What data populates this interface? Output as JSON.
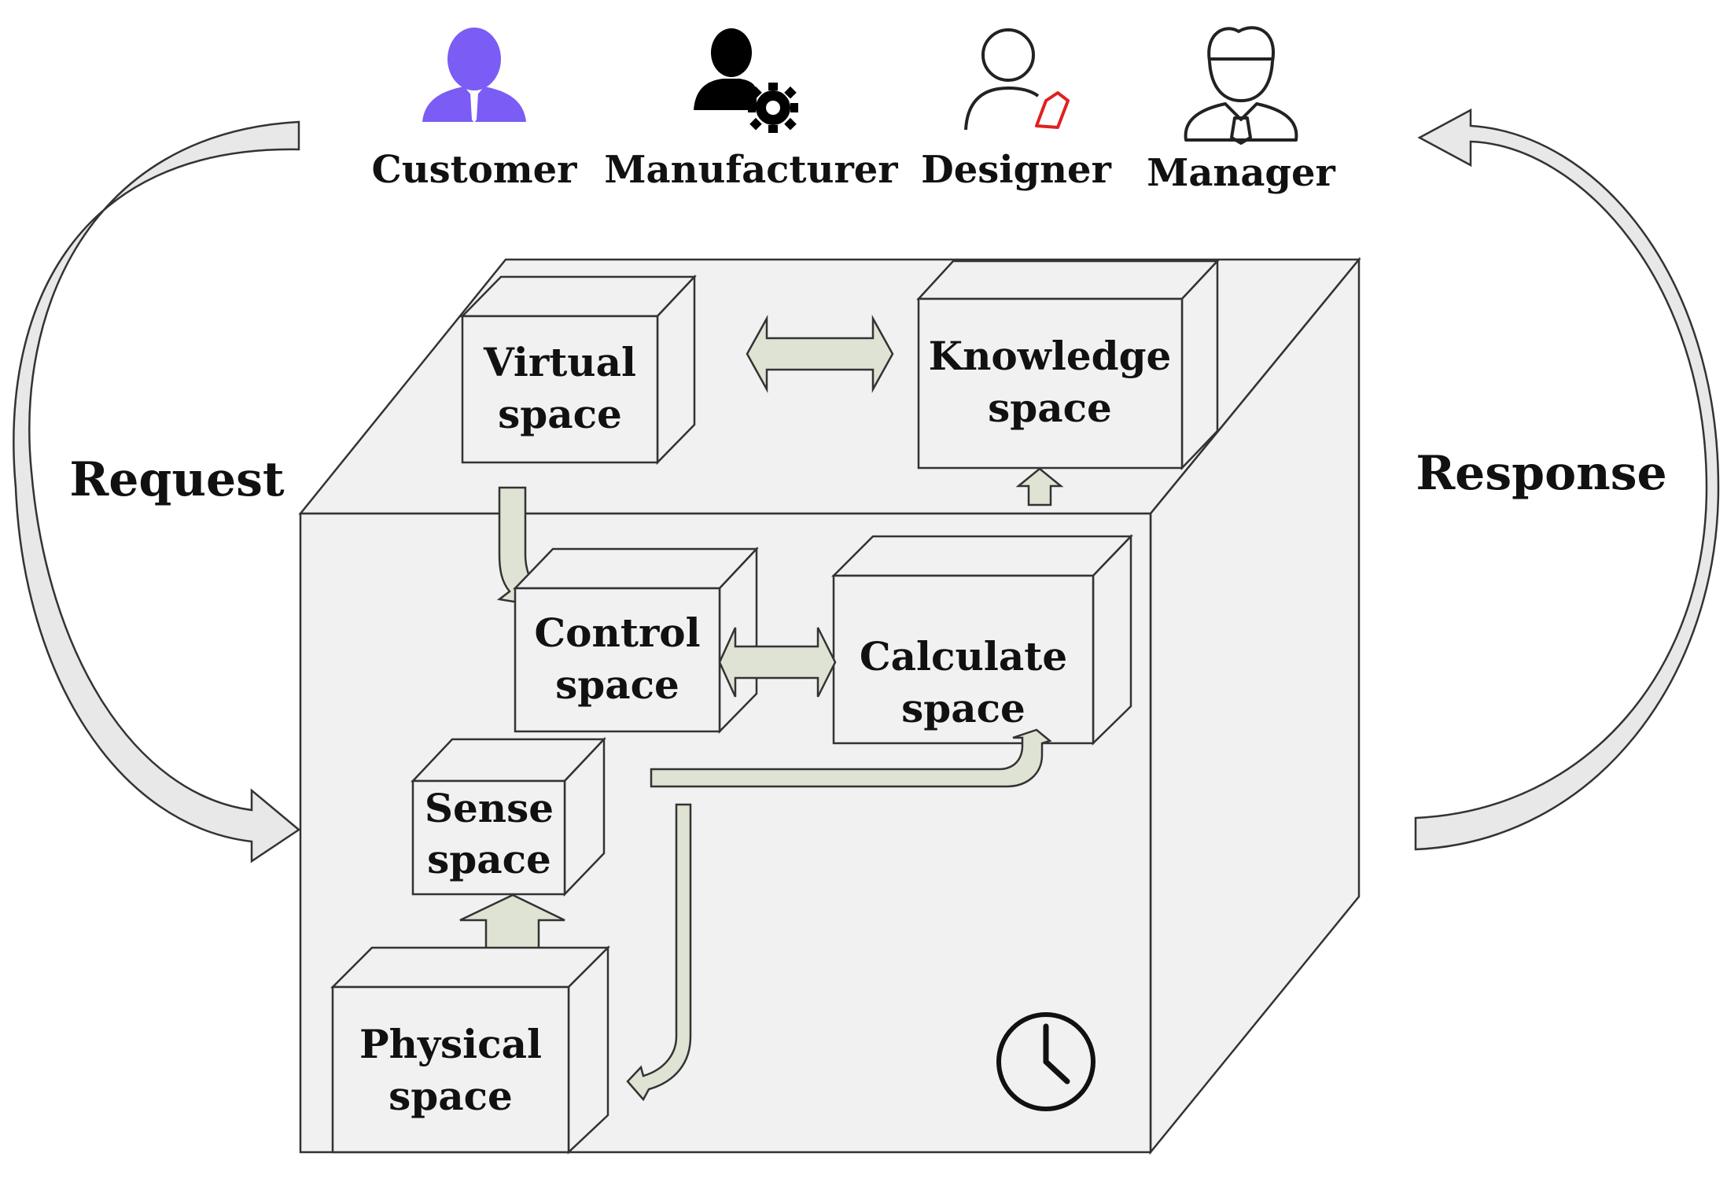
{
  "actors": [
    {
      "label": "Customer",
      "icon": "customer-icon"
    },
    {
      "label": "Manufacturer",
      "icon": "manufacturer-icon"
    },
    {
      "label": "Designer",
      "icon": "designer-icon"
    },
    {
      "label": "Manager",
      "icon": "manager-icon"
    }
  ],
  "flows": {
    "request": "Request",
    "response": "Response"
  },
  "spaces": {
    "virtual": [
      "Virtual",
      "space"
    ],
    "knowledge": [
      "Knowledge",
      "space"
    ],
    "control": [
      "Control",
      "space"
    ],
    "calculate": [
      "Calculate",
      "space"
    ],
    "sense": [
      "Sense",
      "space"
    ],
    "physical": [
      "Physical",
      "space"
    ]
  },
  "icons": {
    "time": "clock-icon"
  },
  "colors": {
    "cube_face": "#f1f1f1",
    "arrow_fill": "#dfe3d3",
    "customer_accent": "#7b5cf5",
    "designer_accent": "#e02020",
    "outline": "#333333"
  }
}
